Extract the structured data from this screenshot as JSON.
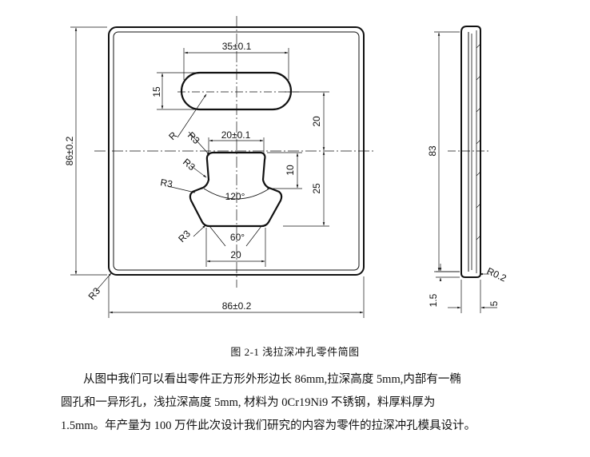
{
  "drawing": {
    "front_view": {
      "dim_slot_width": "35±0.1",
      "dim_slot_height": "15",
      "dim_r": "R",
      "dim_r3_a": "R3",
      "dim_neck_width": "20±0.1",
      "dim_r3_b": "R3",
      "dim_r3_c": "R3",
      "dim_angle_120": "120°",
      "dim_r3_d": "R3",
      "dim_angle_60": "60°",
      "dim_bottom_width": "20",
      "dim_20_vertical": "20",
      "dim_10": "10",
      "dim_25": "25",
      "dim_height": "86±0.2",
      "dim_width": "86±0.2",
      "dim_corner_r3": "R3"
    },
    "side_view": {
      "dim_83": "83",
      "dim_r02": "R0.2",
      "dim_15": "1.5",
      "dim_5": "5"
    }
  },
  "caption": "图 2-1  浅拉深冲孔零件简图",
  "paragraph": {
    "line1": "从图中我们可以看出零件正方形外形边长 86mm,拉深高度 5mm,内部有一椭",
    "line2": "圆孔和一异形孔，浅拉深高度 5mm, 材料为 0Cr19Ni9 不锈钢，料厚料厚为",
    "line3": "1.5mm。年产量为 100 万件此次设计我们研究的内容为零件的拉深冲孔模具设计。"
  }
}
